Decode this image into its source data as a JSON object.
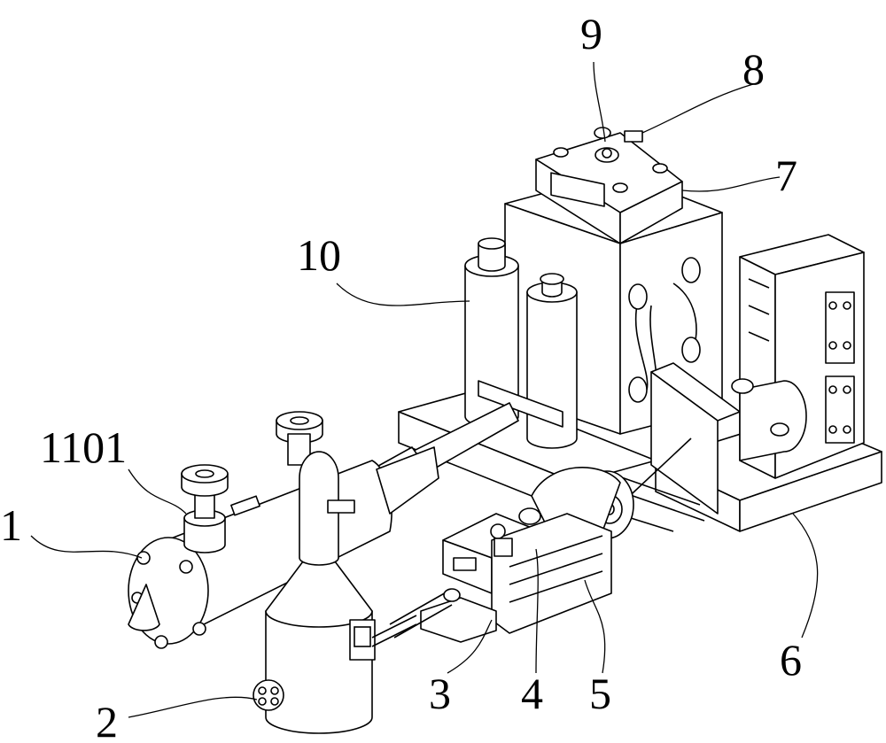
{
  "figure": {
    "labels": [
      {
        "id": "1",
        "text": "1"
      },
      {
        "id": "2",
        "text": "2"
      },
      {
        "id": "3",
        "text": "3"
      },
      {
        "id": "4",
        "text": "4"
      },
      {
        "id": "5",
        "text": "5"
      },
      {
        "id": "6",
        "text": "6"
      },
      {
        "id": "7",
        "text": "7"
      },
      {
        "id": "8",
        "text": "8"
      },
      {
        "id": "9",
        "text": "9"
      },
      {
        "id": "10",
        "text": "10"
      },
      {
        "id": "1101",
        "text": "1101"
      }
    ]
  }
}
